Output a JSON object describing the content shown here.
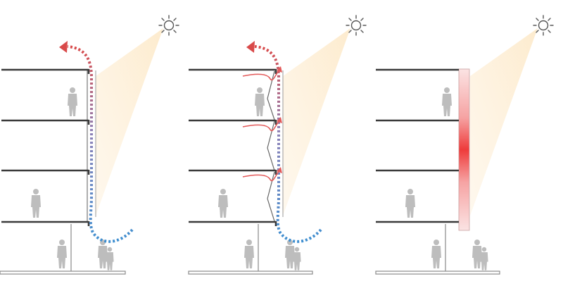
{
  "figure": {
    "panels": [
      {
        "id": "stack-ventilation"
      },
      {
        "id": "cross-ventilation"
      },
      {
        "id": "solar-heated-facade"
      }
    ],
    "colors": {
      "background": "#ffffff",
      "floor_slab": "#3a3a3a",
      "structure": "#9a9a9a",
      "people": "#bdbdbd",
      "sun": "#555555",
      "sunbeam": "#fde9c8",
      "cool_air": "#3f8fd0",
      "warm_air": "#d94a4a",
      "heated_facade": "#ee3b3b",
      "glazing": "#7a7a7a"
    },
    "icons": [
      "sun-icon",
      "person-icon",
      "airflow-arrow-icon"
    ]
  }
}
